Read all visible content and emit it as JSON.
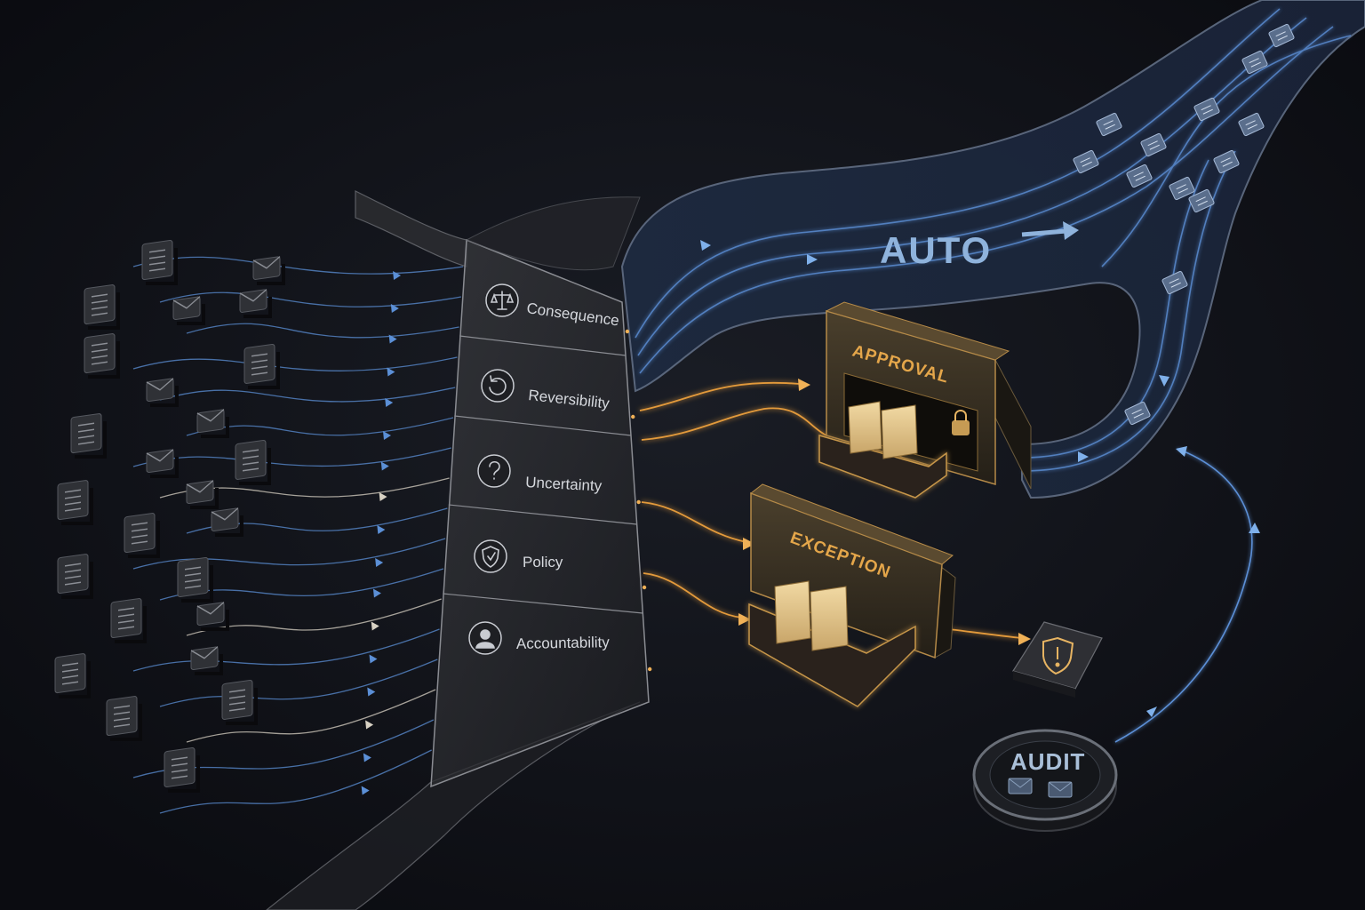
{
  "filters": [
    {
      "label": "Consequence",
      "icon": "scales-icon"
    },
    {
      "label": "Reversibility",
      "icon": "undo-icon"
    },
    {
      "label": "Uncertainty",
      "icon": "question-icon"
    },
    {
      "label": "Policy",
      "icon": "shield-check-icon"
    },
    {
      "label": "Accountability",
      "icon": "person-icon"
    }
  ],
  "auto_lane": {
    "label": "AUTO"
  },
  "approval_gate": {
    "label": "APPROVAL",
    "icon": "lock-icon"
  },
  "exception_gate": {
    "label": "EXCEPTION"
  },
  "alert": {
    "icon": "shield-alert-icon"
  },
  "audit": {
    "label": "AUDIT"
  },
  "colors": {
    "background": "#0f1117",
    "auto_flow": "#5b8fd6",
    "gated_flow": "#e39a3b",
    "panel": "#2a2d33"
  }
}
